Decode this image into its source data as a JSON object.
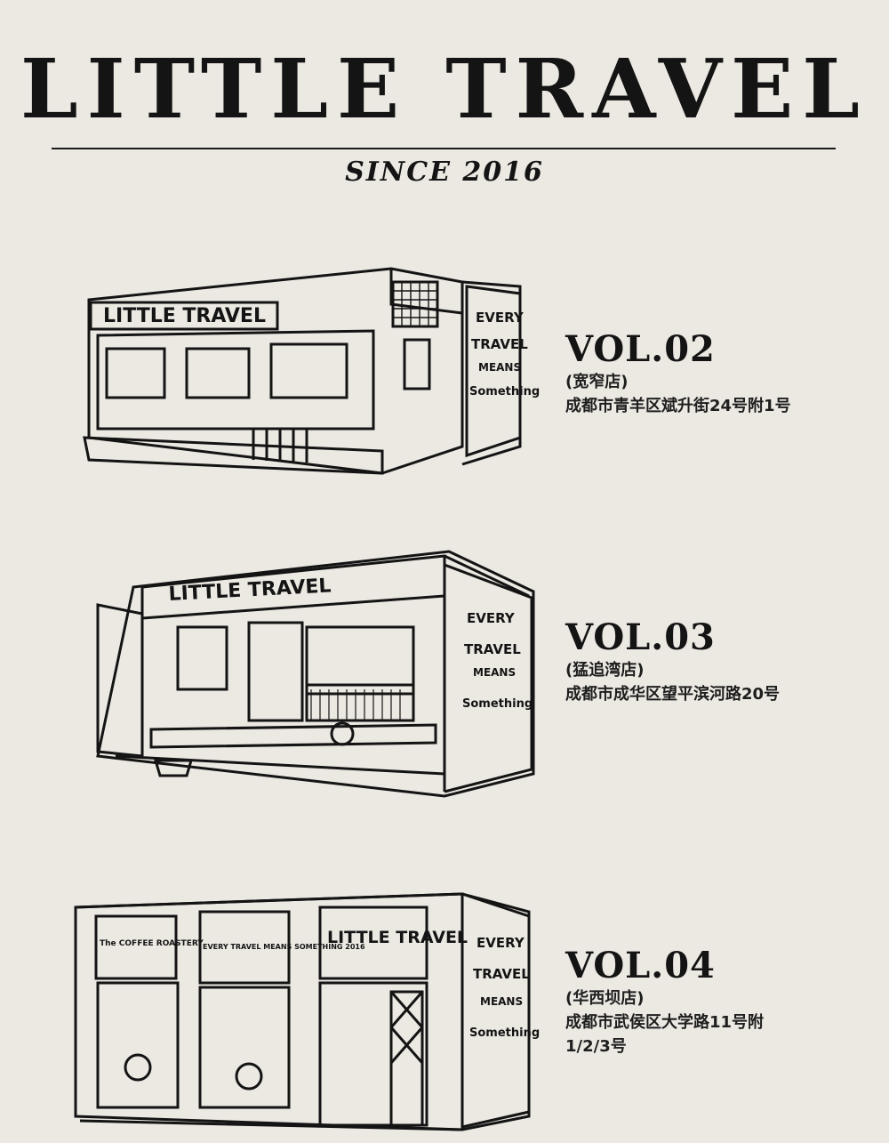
{
  "header": {
    "title": "LITTLE TRAVEL",
    "since": "SINCE 2016"
  },
  "stores": [
    {
      "vol": "VOL.02",
      "name": "(宽窄店)",
      "address_lines": [
        "成都市青羊区斌升街24号附1号"
      ],
      "sign": "LITTLE TRAVEL",
      "side_text": [
        "EVERY",
        "TRAVEL",
        "MEANS",
        "Something"
      ]
    },
    {
      "vol": "VOL.03",
      "name": "(猛追湾店)",
      "address_lines": [
        "成都市成华区望平滨河路20号"
      ],
      "sign": "LITTLE TRAVEL",
      "side_text": [
        "EVERY",
        "TRAVEL",
        "MEANS",
        "Something"
      ]
    },
    {
      "vol": "VOL.04",
      "name": "(华西坝店)",
      "address_lines": [
        "成都市武侯区大学路11号附",
        "1/2/3号"
      ],
      "sign": "LITTLE TRAVEL",
      "side_text": [
        "EVERY",
        "TRAVEL",
        "MEANS",
        "Something"
      ],
      "window_signs": [
        "The COFFEE ROASTERY",
        "EVERY TRAVEL MEANS SOMETHING 2016"
      ]
    }
  ],
  "colors": {
    "ink": "#141414",
    "paper": "#ece9e3"
  }
}
